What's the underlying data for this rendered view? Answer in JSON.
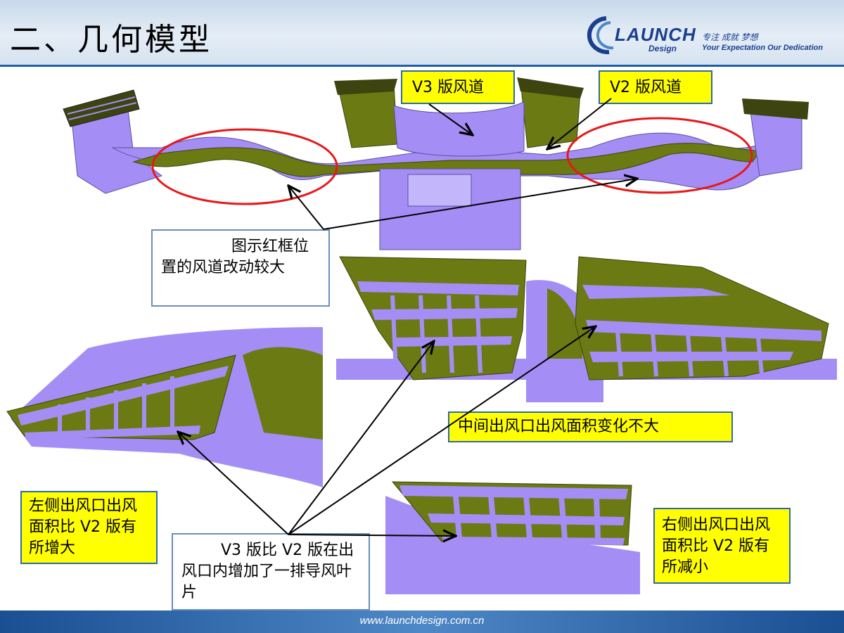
{
  "header": {
    "title": "二、几何模型",
    "logo": {
      "word": "LAUNCH",
      "sub": "Design",
      "slogan": "专注 成就 梦想",
      "tagline": "Your Expectation Our Dedication"
    }
  },
  "callouts": {
    "v3_duct": "V3 版风道",
    "v2_duct": "V2 版风道",
    "red_frame_note": "图示红框位置的风道改动较大",
    "middle_outlet": "中间出风口出风面积变化不大",
    "left_outlet": "左侧出风口出风面积比 V2 版有所增大",
    "right_outlet": "右侧出风口出风面积比 V2 版有所减小",
    "blade_note": "V3 版比 V2 版在出风口内增加了一排导风叶片"
  },
  "colors": {
    "duct_v3": "#a48ef5",
    "duct_v2": "#6b7a12",
    "highlight_ellipse": "#e8171a",
    "callout_fill": "#ffff00",
    "header_band": "#1e5ea8"
  },
  "footer": {
    "url": "www.launchdesign.com.cn"
  }
}
